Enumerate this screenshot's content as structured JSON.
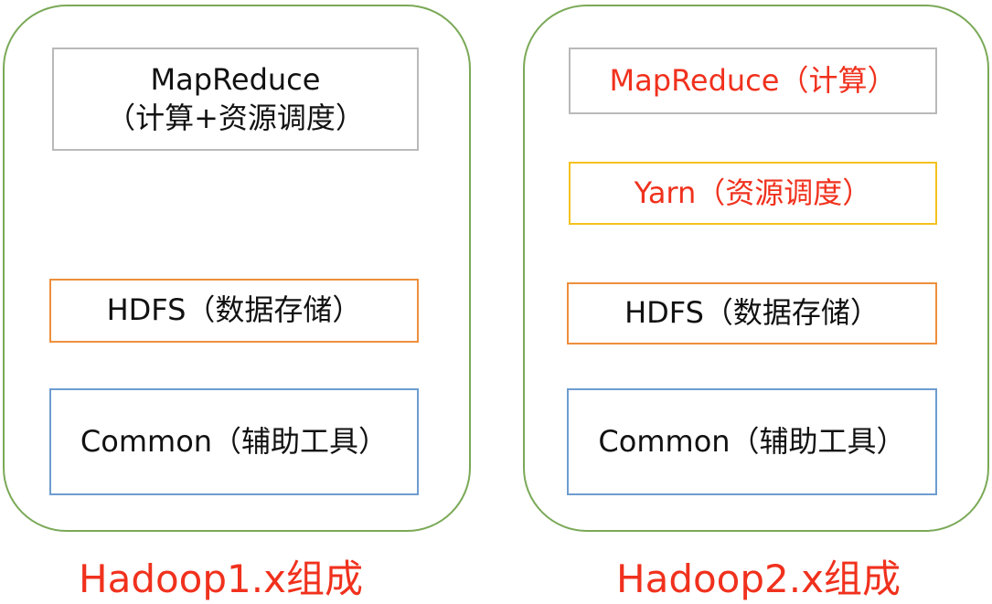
{
  "colors": {
    "panel_border": "#7aa957",
    "gray": "#b9b9b9",
    "orange": "#ee8f3c",
    "blue": "#6d9cd0",
    "yellow": "#f4c21e",
    "red": "#f0311d"
  },
  "hadoop1": {
    "mapreduce_line1": "MapReduce",
    "mapreduce_line2": "（计算+资源调度）",
    "hdfs": "HDFS（数据存储）",
    "common": "Common（辅助工具）",
    "caption": "Hadoop1.x组成"
  },
  "hadoop2": {
    "mapreduce": "MapReduce（计算）",
    "yarn": "Yarn（资源调度）",
    "hdfs": "HDFS（数据存储）",
    "common": "Common（辅助工具）",
    "caption": "Hadoop2.x组成"
  }
}
